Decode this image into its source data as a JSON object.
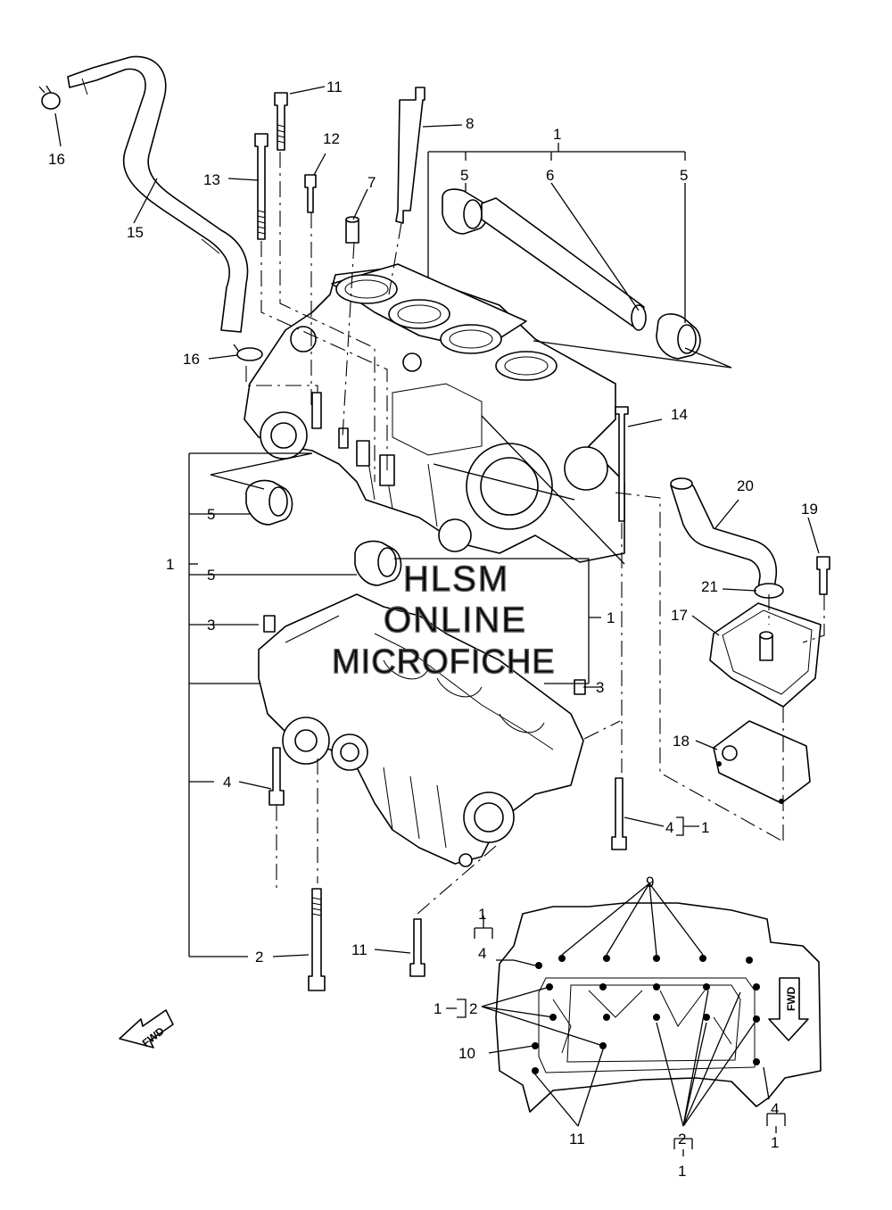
{
  "watermark": {
    "line1": "HLSM",
    "line2": "ONLINE",
    "line3": "MICROFICHE"
  },
  "fwd_labels": {
    "left_arrow": "FWD",
    "bottom_view_arrow": "FWD"
  },
  "callouts": {
    "c1_top": "1",
    "c5_top_left": "5",
    "c6": "6",
    "c5_top_right": "5",
    "c8": "8",
    "c11_top": "11",
    "c12": "12",
    "c13": "13",
    "c7": "7",
    "c15": "15",
    "c16_top": "16",
    "c16_mid": "16",
    "c14": "14",
    "c20": "20",
    "c19": "19",
    "c21": "21",
    "c17": "17",
    "c18": "18",
    "c5_left": "5",
    "c1_left": "1",
    "c5_mid": "5",
    "c1_mid": "1",
    "c3_left": "3",
    "c3_right": "3",
    "c4_left": "4",
    "c4_right": "4",
    "c1_right_bracket": "1",
    "c2_bottom": "2",
    "c11_bottom": "11",
    "c9": "9",
    "c1_bv_top": "1",
    "c4_bv_left": "4",
    "c1_bv_left": "1",
    "c2_bv_left": "2",
    "c10": "10",
    "c11_bv": "11",
    "c2_bv_bottom": "2",
    "c1_bv_bottom": "1",
    "c4_bv_right": "4",
    "c1_bv_right": "1"
  },
  "colors": {
    "line": "#000000",
    "watermark_outline": "#555555",
    "background": "#ffffff"
  }
}
